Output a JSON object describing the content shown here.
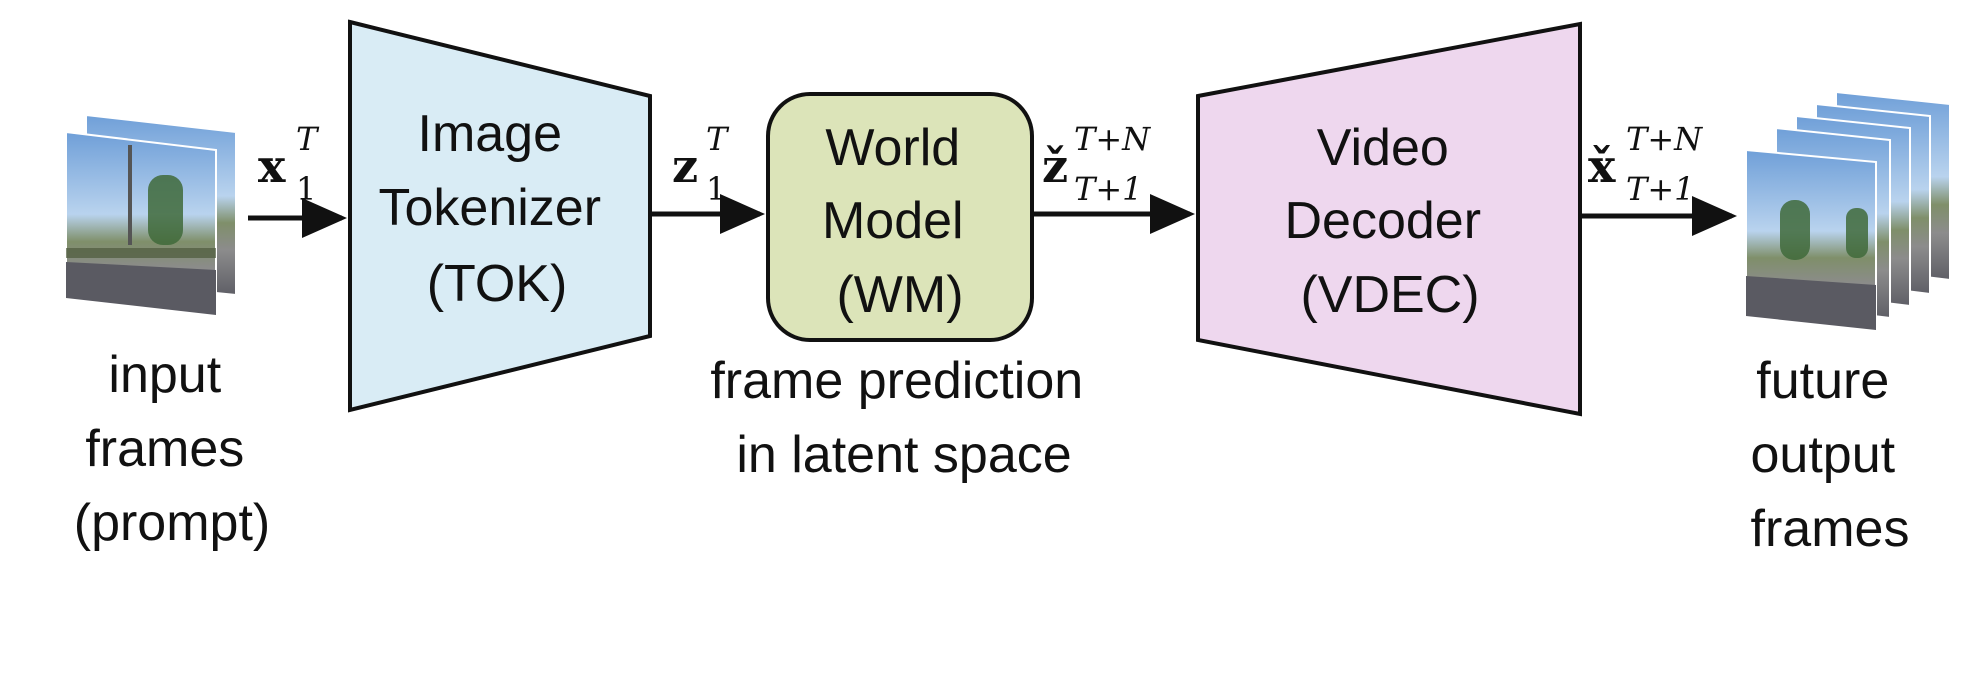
{
  "colors": {
    "tokenizer_fill": "#d9ecf5",
    "world_model_fill": "#dce4b9",
    "decoder_fill": "#eed7ee",
    "stroke": "#111111"
  },
  "blocks": {
    "tokenizer": [
      "Image",
      "Tokenizer",
      "(TOK)"
    ],
    "world_model": [
      "World",
      "Model",
      "(WM)"
    ],
    "decoder": [
      "Video",
      "Decoder",
      "(VDEC)"
    ]
  },
  "captions": {
    "input": [
      "input",
      "frames",
      "(prompt)"
    ],
    "latent": [
      "frame prediction",
      "in latent space"
    ],
    "output": [
      "future",
      "output",
      "frames"
    ]
  },
  "arrow_labels": {
    "x_in": {
      "base": "x",
      "sub": "1",
      "sup": "T"
    },
    "z_in": {
      "base": "z",
      "sub": "1",
      "sup": "T"
    },
    "z_out": {
      "base": "ž",
      "sub": "T+1",
      "sup": "T+N"
    },
    "x_out": {
      "base": "x̌",
      "sub": "T+1",
      "sup": "T+N"
    }
  }
}
